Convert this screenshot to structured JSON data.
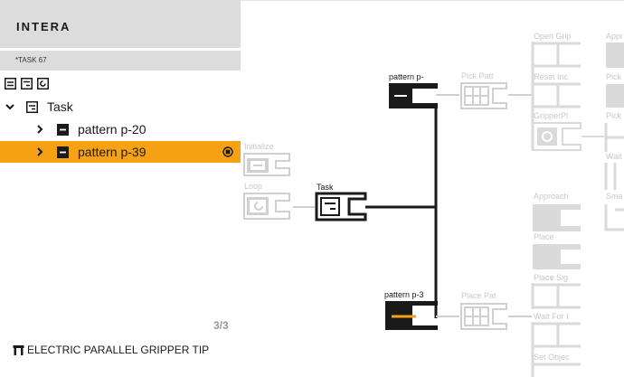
{
  "app": {
    "brand": "INTERA",
    "task_tag": "*TASK 67"
  },
  "tree": {
    "root": {
      "label": "Task"
    },
    "items": [
      {
        "label": "pattern p-20",
        "selected": false
      },
      {
        "label": "pattern p-39",
        "selected": true
      }
    ]
  },
  "footer": {
    "page_count": "3/3",
    "tool_name": "ELECTRIC PARALLEL GRIPPER TIP"
  },
  "graph": {
    "nodes": {
      "task": "Task",
      "pattern_top": "pattern p-",
      "pattern_bottom": "pattern p-3",
      "initialize": "Initialize",
      "loop": "Loop",
      "pick_pattern": "Pick Patt",
      "place_pattern": "Place Pat",
      "open_gripper": "Open Grip",
      "reset_inc": "Reset Inc",
      "gripper_pi": "GripperPl",
      "approach": "Approach",
      "place": "Place",
      "place_signal": "Place Sig",
      "wait_for": "Wait For I",
      "set_object": "Set Objec",
      "appr_right": "Appr",
      "pick_right_1": "Pick",
      "pick_right_2": "Pick",
      "wait_right": "Wait",
      "sma_right": "Sma"
    }
  },
  "colors": {
    "accent": "#f7a215",
    "dark": "#1a1a1a",
    "faded": "#cfcfcf",
    "panel": "#dcdcdc"
  }
}
